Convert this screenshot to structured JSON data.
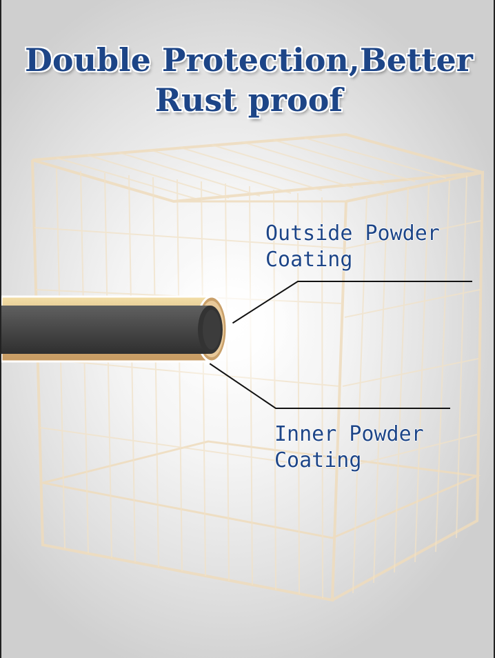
{
  "title": {
    "line1": "Double Protection,Better",
    "line2": "Rust proof"
  },
  "labels": {
    "outside": {
      "line1": "Outside Powder",
      "line2": "Coating"
    },
    "inner": {
      "line1": "Inner Powder",
      "line2": "Coating"
    }
  },
  "colors": {
    "title_text": "#1d4587",
    "tube_core": "#4a4a4a",
    "tube_coating": "#d9b980",
    "cage_wire": "#eed9b8"
  }
}
